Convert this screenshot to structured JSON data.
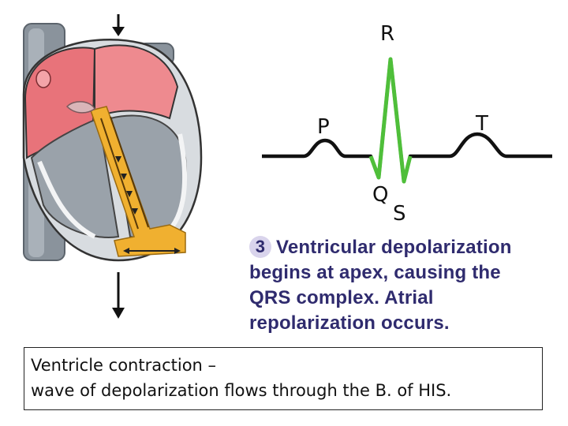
{
  "ecg": {
    "labels": {
      "p": "P",
      "q": "Q",
      "r": "R",
      "s": "S",
      "t": "T"
    }
  },
  "caption": {
    "step_number": "3",
    "lines": [
      "Ventricular depolarization",
      "begins at apex, causing the",
      "QRS complex. Atrial",
      "repolarization occurs."
    ]
  },
  "note": {
    "line1": "Ventricle contraction –",
    "line2": "wave of depolarization flows through the B. of HIS."
  },
  "colors": {
    "caption_text": "#2f2b6e",
    "ecg_trace_green": "#4fbf3a",
    "heart_tissue_pink": "#e8737a",
    "conduction_yellow": "#f0b030"
  }
}
